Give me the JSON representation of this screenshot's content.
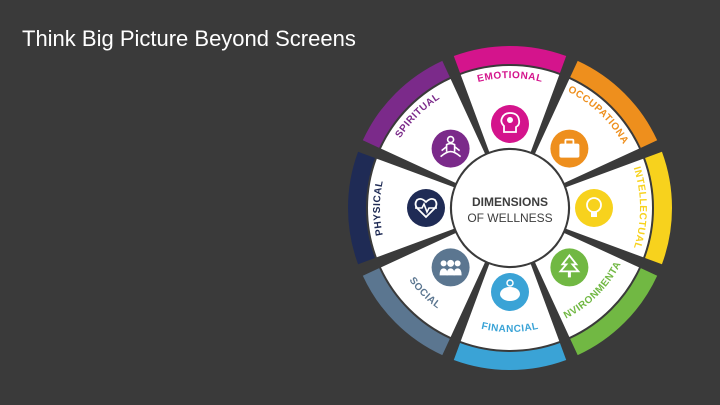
{
  "slide": {
    "title": "Think Big Picture Beyond Screens"
  },
  "wheel": {
    "center_line1": "DIMENSIONS",
    "center_line2": "OF WELLNESS",
    "center_color": "#3d3d3d",
    "segments": [
      {
        "id": "emotional",
        "label": "EMOTIONAL",
        "color": "#d4148c",
        "icon": "brain-icon"
      },
      {
        "id": "occupational",
        "label": "OCCUPATIONAL",
        "color": "#ee8f1d",
        "icon": "briefcase-icon"
      },
      {
        "id": "intellectual",
        "label": "INTELLECTUAL",
        "color": "#f7d21d",
        "icon": "lightbulb-icon"
      },
      {
        "id": "environmental",
        "label": "ENVIRONMENTAL",
        "color": "#71b843",
        "icon": "tree-icon"
      },
      {
        "id": "financial",
        "label": "FINANCIAL",
        "color": "#3aa3d6",
        "icon": "piggy-bank-icon"
      },
      {
        "id": "social",
        "label": "SOCIAL",
        "color": "#5b7690",
        "icon": "people-icon"
      },
      {
        "id": "physical",
        "label": "PHYSICAL",
        "color": "#1f2b55",
        "icon": "heartbeat-icon"
      },
      {
        "id": "spiritual",
        "label": "SPIRITUAL",
        "color": "#7b2a8a",
        "icon": "meditation-icon"
      }
    ]
  }
}
